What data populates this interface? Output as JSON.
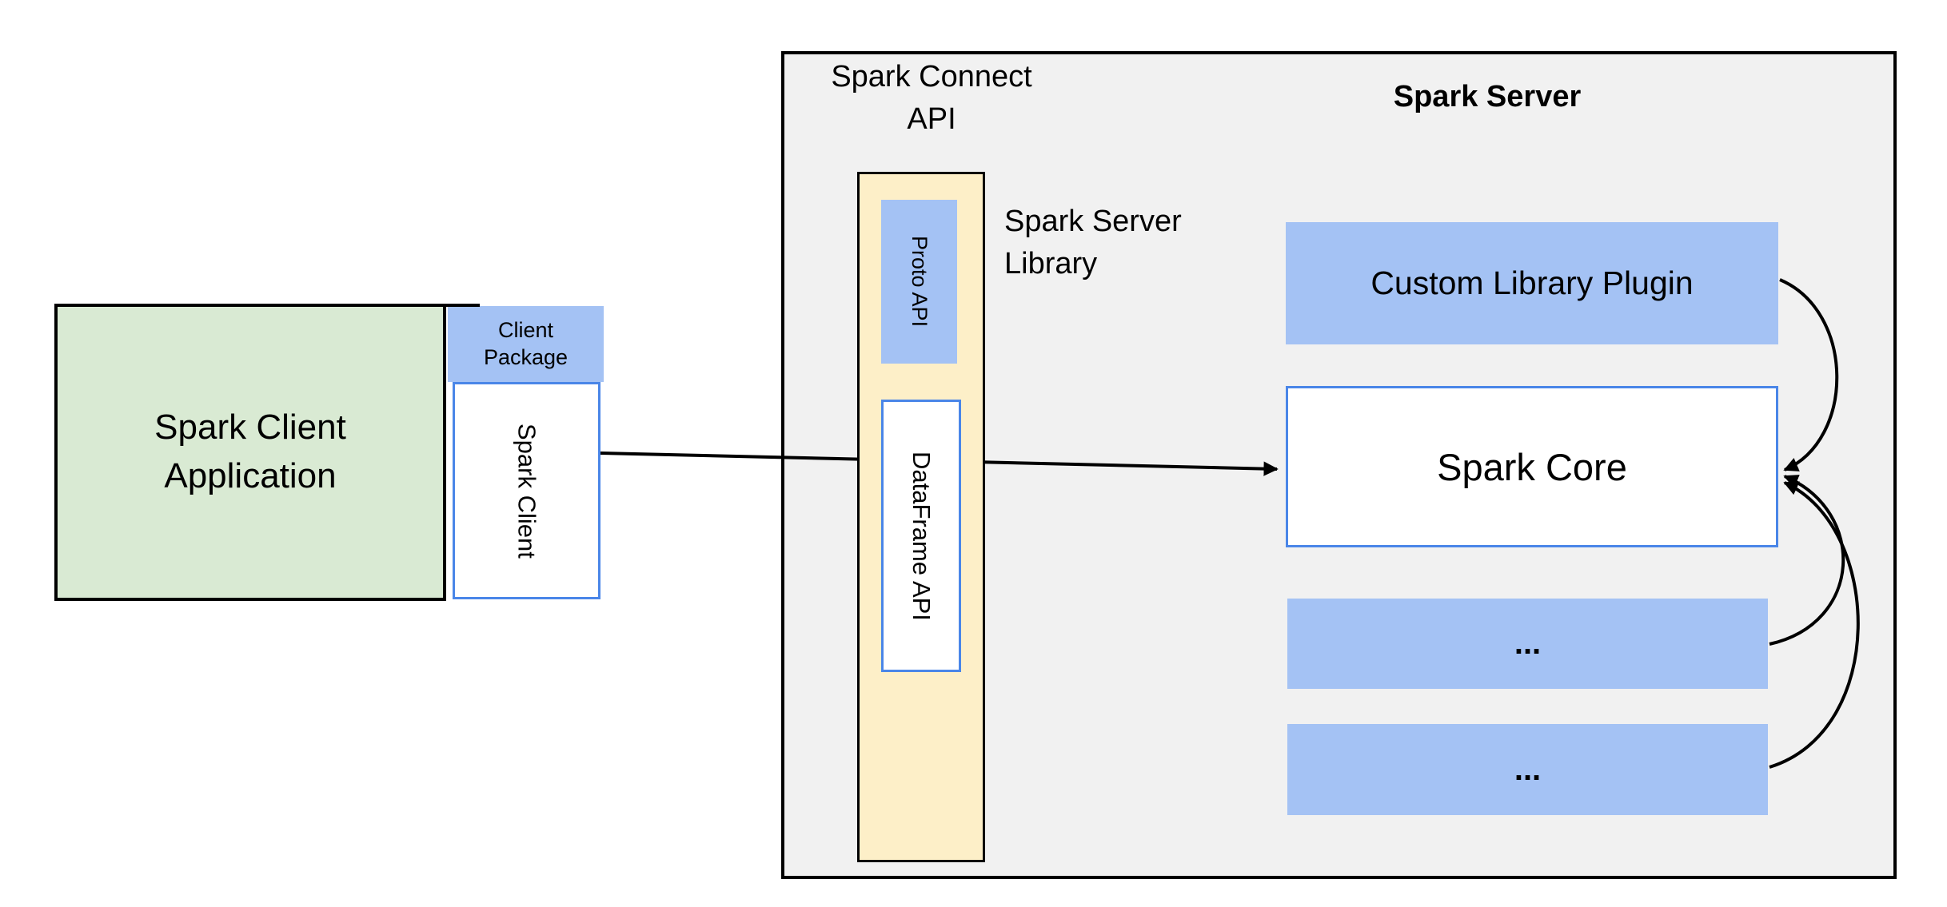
{
  "colors": {
    "client_app_fill": "#d9ead3",
    "accent_blue_fill": "#a4c2f4",
    "accent_blue_border": "#4a86e8",
    "api_column_fill": "#fdefc8",
    "server_fill": "#f1f1f1",
    "outline": "#000000"
  },
  "client": {
    "application_label": "Spark Client\nApplication",
    "package_label": "Client\nPackage",
    "client_label": "Spark Client"
  },
  "server": {
    "connect_api_label": "Spark Connect\nAPI",
    "title": "Spark Server",
    "library_label": "Spark Server\nLibrary",
    "api_column": {
      "proto_label": "Proto API",
      "dataframe_label": "DataFrame API"
    },
    "components": {
      "plugin_label": "Custom Library Plugin",
      "core_label": "Spark Core",
      "more_label_1": "...",
      "more_label_2": "..."
    }
  }
}
